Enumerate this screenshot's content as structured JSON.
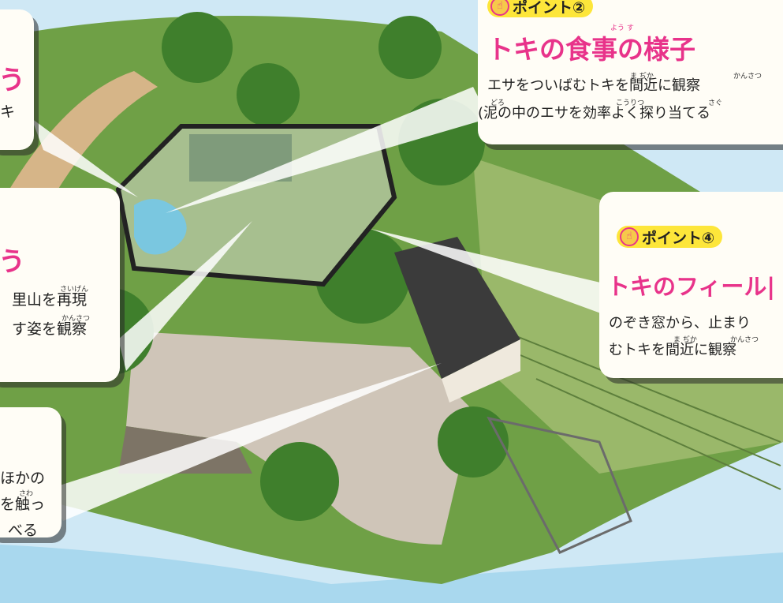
{
  "colors": {
    "accent_pink": "#e8338a",
    "pill_yellow": "#fde63a",
    "sky": "#cfe8f5"
  },
  "callouts": {
    "top_left": {
      "title_fragment": "う",
      "line1_fragment": "キ"
    },
    "middle_left": {
      "title_fragment": "う",
      "line1": "里山を再現",
      "line2": "す姿を観察",
      "ruby1": "さいげん",
      "ruby2": "かんさつ"
    },
    "bottom_left": {
      "line1": "ほかの",
      "line2": "を触っ",
      "line3": "べる",
      "ruby1": "さわ"
    },
    "point2": {
      "badge": "ポイント②",
      "title": "トキの食事の様子",
      "title_ruby": "よう す",
      "line1": "エサをついばむトキを間近に観察",
      "line1_ruby_a": "ま ぢか",
      "line1_ruby_b": "かんさつ",
      "line2": "(泥の中のエサを効率よく探り当てる",
      "line2_ruby_a": "どろ",
      "line2_ruby_b": "こうりつ",
      "line2_ruby_c": "さぐ"
    },
    "point4": {
      "badge": "ポイント④",
      "title": "トキのフィール|",
      "line1": "のぞき窓から、止まり",
      "line2": "むトキを間近に観察",
      "line2_ruby_a": "ま ぢか",
      "line2_ruby_b": "かんさつ"
    }
  }
}
